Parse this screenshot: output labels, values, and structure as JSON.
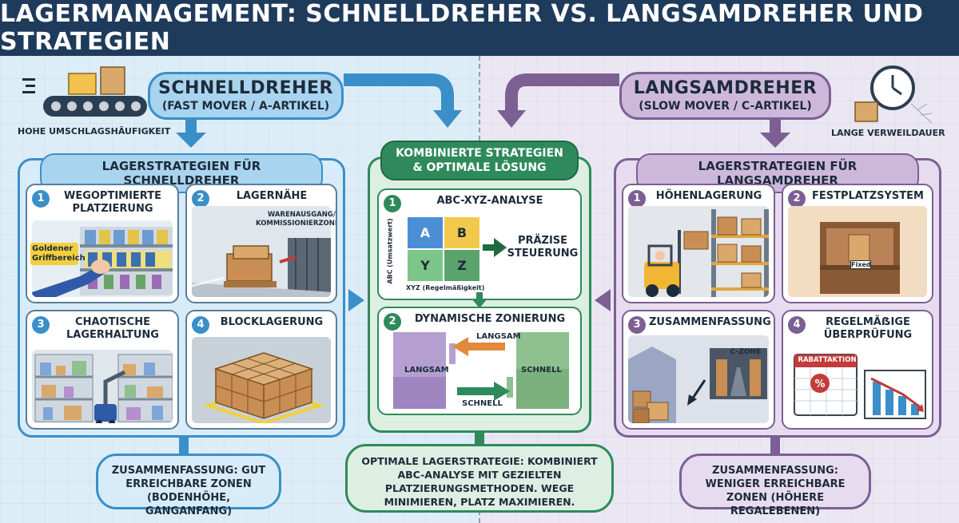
{
  "title": "LAGERMANAGEMENT: SCHNELLDREHER VS. LANGSAMDREHER UND STRATEGIEN",
  "left_header": {
    "title": "SCHNELLDREHER",
    "subtitle": "(FAST MOVER / A-ARTIKEL)",
    "caption": "HOHE UMSCHLAGSHÄUFIGKEIT"
  },
  "right_header": {
    "title": "LANGSAMDREHER",
    "subtitle": "(SLOW MOVER / C-ARTIKEL)",
    "caption": "LANGE VERWEILDAUER"
  },
  "left_panel": {
    "title": "LAGERSTRATEGIEN FÜR SCHNELLDREHER",
    "cards": [
      {
        "num": "1",
        "title": "WEGOPTIMIERTE PLATZIERUNG",
        "label": "Goldener Griffbereich"
      },
      {
        "num": "2",
        "title": "LAGERNÄHE",
        "label": "WARENAUSGANG/ KOMMISSIONIERZONE"
      },
      {
        "num": "3",
        "title": "CHAOTISCHE LAGERHALTUNG"
      },
      {
        "num": "4",
        "title": "BLOCKLAGERUNG"
      }
    ],
    "summary": "ZUSAMMENFASSUNG: GUT ERREICHBARE ZONEN (BODENHÖHE, GANGANFANG)"
  },
  "center_panel": {
    "title": "KOMBINIERTE STRATEGIEN & OPTIMALE LÖSUNG",
    "card1": {
      "num": "1",
      "title": "ABC-XYZ-ANALYSE",
      "cells": [
        "A",
        "B",
        "Y",
        "Z"
      ],
      "y_axis": "ABC (Umsatzwert)",
      "x_axis": "XYZ (Regelmäßigkeit)",
      "result": "PRÄZISE STEUERUNG"
    },
    "card2": {
      "num": "2",
      "title": "DYNAMISCHE ZONIERUNG",
      "labels": [
        "LANGSAM",
        "LANGSAM",
        "SCHNELL",
        "SCHNELL"
      ]
    },
    "summary": "OPTIMALE LAGERSTRATEGIE: KOMBINIERT ABC-ANALYSE MIT GEZIELTEN PLATZIERUNGSMETHODEN. WEGE MINIMIEREN, PLATZ MAXIMIEREN."
  },
  "right_panel": {
    "title": "LAGERSTRATEGIEN FÜR LANGSAMDREHER",
    "cards": [
      {
        "num": "1",
        "title": "HÖHENLAGERUNG"
      },
      {
        "num": "2",
        "title": "FESTPLATZSYSTEM",
        "label": "Fixed"
      },
      {
        "num": "3",
        "title": "ZUSAMMENFASSUNG",
        "label": "C-ZONE"
      },
      {
        "num": "4",
        "title": "REGELMÄẞIGE ÜBERPRÜFUNG",
        "label": "RABATTAKTION"
      }
    ],
    "summary": "ZUSAMMENFASSUNG: WENIGER ERREICHBARE ZONEN (HÖHERE REGALEBENEN)"
  },
  "colors": {
    "title_bg": "#1f3b5c",
    "blue": "#3a8fc9",
    "green": "#2f8a5b",
    "purple": "#7c5f93"
  }
}
